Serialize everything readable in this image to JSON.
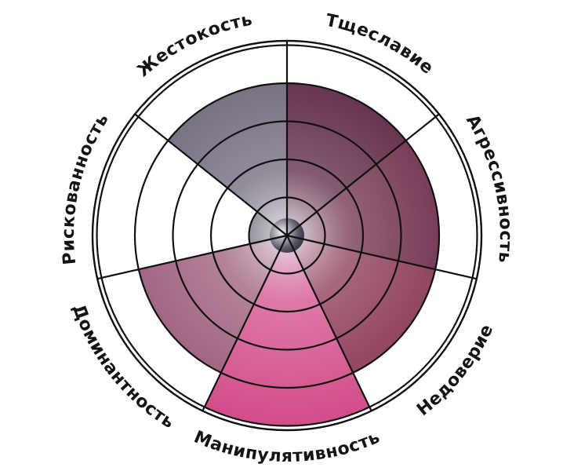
{
  "chart_data": {
    "type": "polar-area",
    "categories": [
      "Тщеславие",
      "Агрессивность",
      "Недоверие",
      "Манипулятивность",
      "Доминантность",
      "Рискованность",
      "Жестокость"
    ],
    "values": [
      4,
      4,
      4,
      5,
      4,
      1,
      4
    ],
    "rings": 5,
    "scale": [
      0,
      5
    ],
    "colors": [
      "#5a2440",
      "#6e2c4a",
      "#8a3554",
      "#d24d8a",
      "#9a5a78",
      "#3c3a48",
      "#6f6678"
    ]
  }
}
